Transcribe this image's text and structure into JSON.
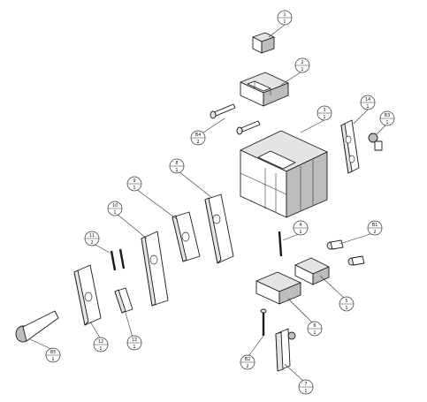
{
  "balloons": [
    {
      "id": "b1",
      "number": "1",
      "qty": "1"
    },
    {
      "id": "b2",
      "number": "2",
      "qty": "1"
    },
    {
      "id": "b3",
      "number": "3",
      "qty": "1"
    },
    {
      "id": "b4",
      "number": "4",
      "qty": "1"
    },
    {
      "id": "b5",
      "number": "5",
      "qty": "1"
    },
    {
      "id": "b6",
      "number": "6",
      "qty": "1"
    },
    {
      "id": "b7",
      "number": "7",
      "qty": "1"
    },
    {
      "id": "b8",
      "number": "8",
      "qty": "1"
    },
    {
      "id": "b9",
      "number": "9",
      "qty": "1"
    },
    {
      "id": "b10",
      "number": "10",
      "qty": "1"
    },
    {
      "id": "b11",
      "number": "11",
      "qty": "2"
    },
    {
      "id": "b12",
      "number": "12",
      "qty": "1"
    },
    {
      "id": "b13",
      "number": "12",
      "qty": "1"
    },
    {
      "id": "b14",
      "number": "14",
      "qty": "1"
    },
    {
      "id": "b81",
      "number": "B1",
      "qty": "2"
    },
    {
      "id": "b82",
      "number": "B2",
      "qty": "2"
    },
    {
      "id": "b83",
      "number": "B3",
      "qty": "1"
    },
    {
      "id": "b84",
      "number": "B4",
      "qty": "2"
    },
    {
      "id": "b85",
      "number": "B5",
      "qty": "1"
    }
  ]
}
